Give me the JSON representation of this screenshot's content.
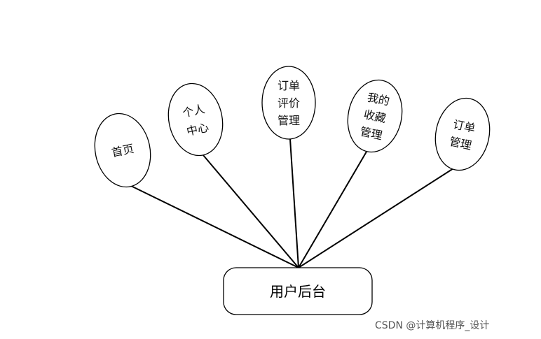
{
  "root": {
    "label": "用户后台"
  },
  "children": [
    {
      "lines": [
        "首页"
      ]
    },
    {
      "lines": [
        "个人",
        "中心"
      ]
    },
    {
      "lines": [
        "订单",
        "评价",
        "管理"
      ]
    },
    {
      "lines": [
        "我的",
        "收藏",
        "管理"
      ]
    },
    {
      "lines": [
        "订单",
        "管理"
      ]
    }
  ],
  "watermark": "CSDN @计算机程序_设计",
  "colors": {
    "stroke": "#000000",
    "node_fill": "#ffffff"
  }
}
